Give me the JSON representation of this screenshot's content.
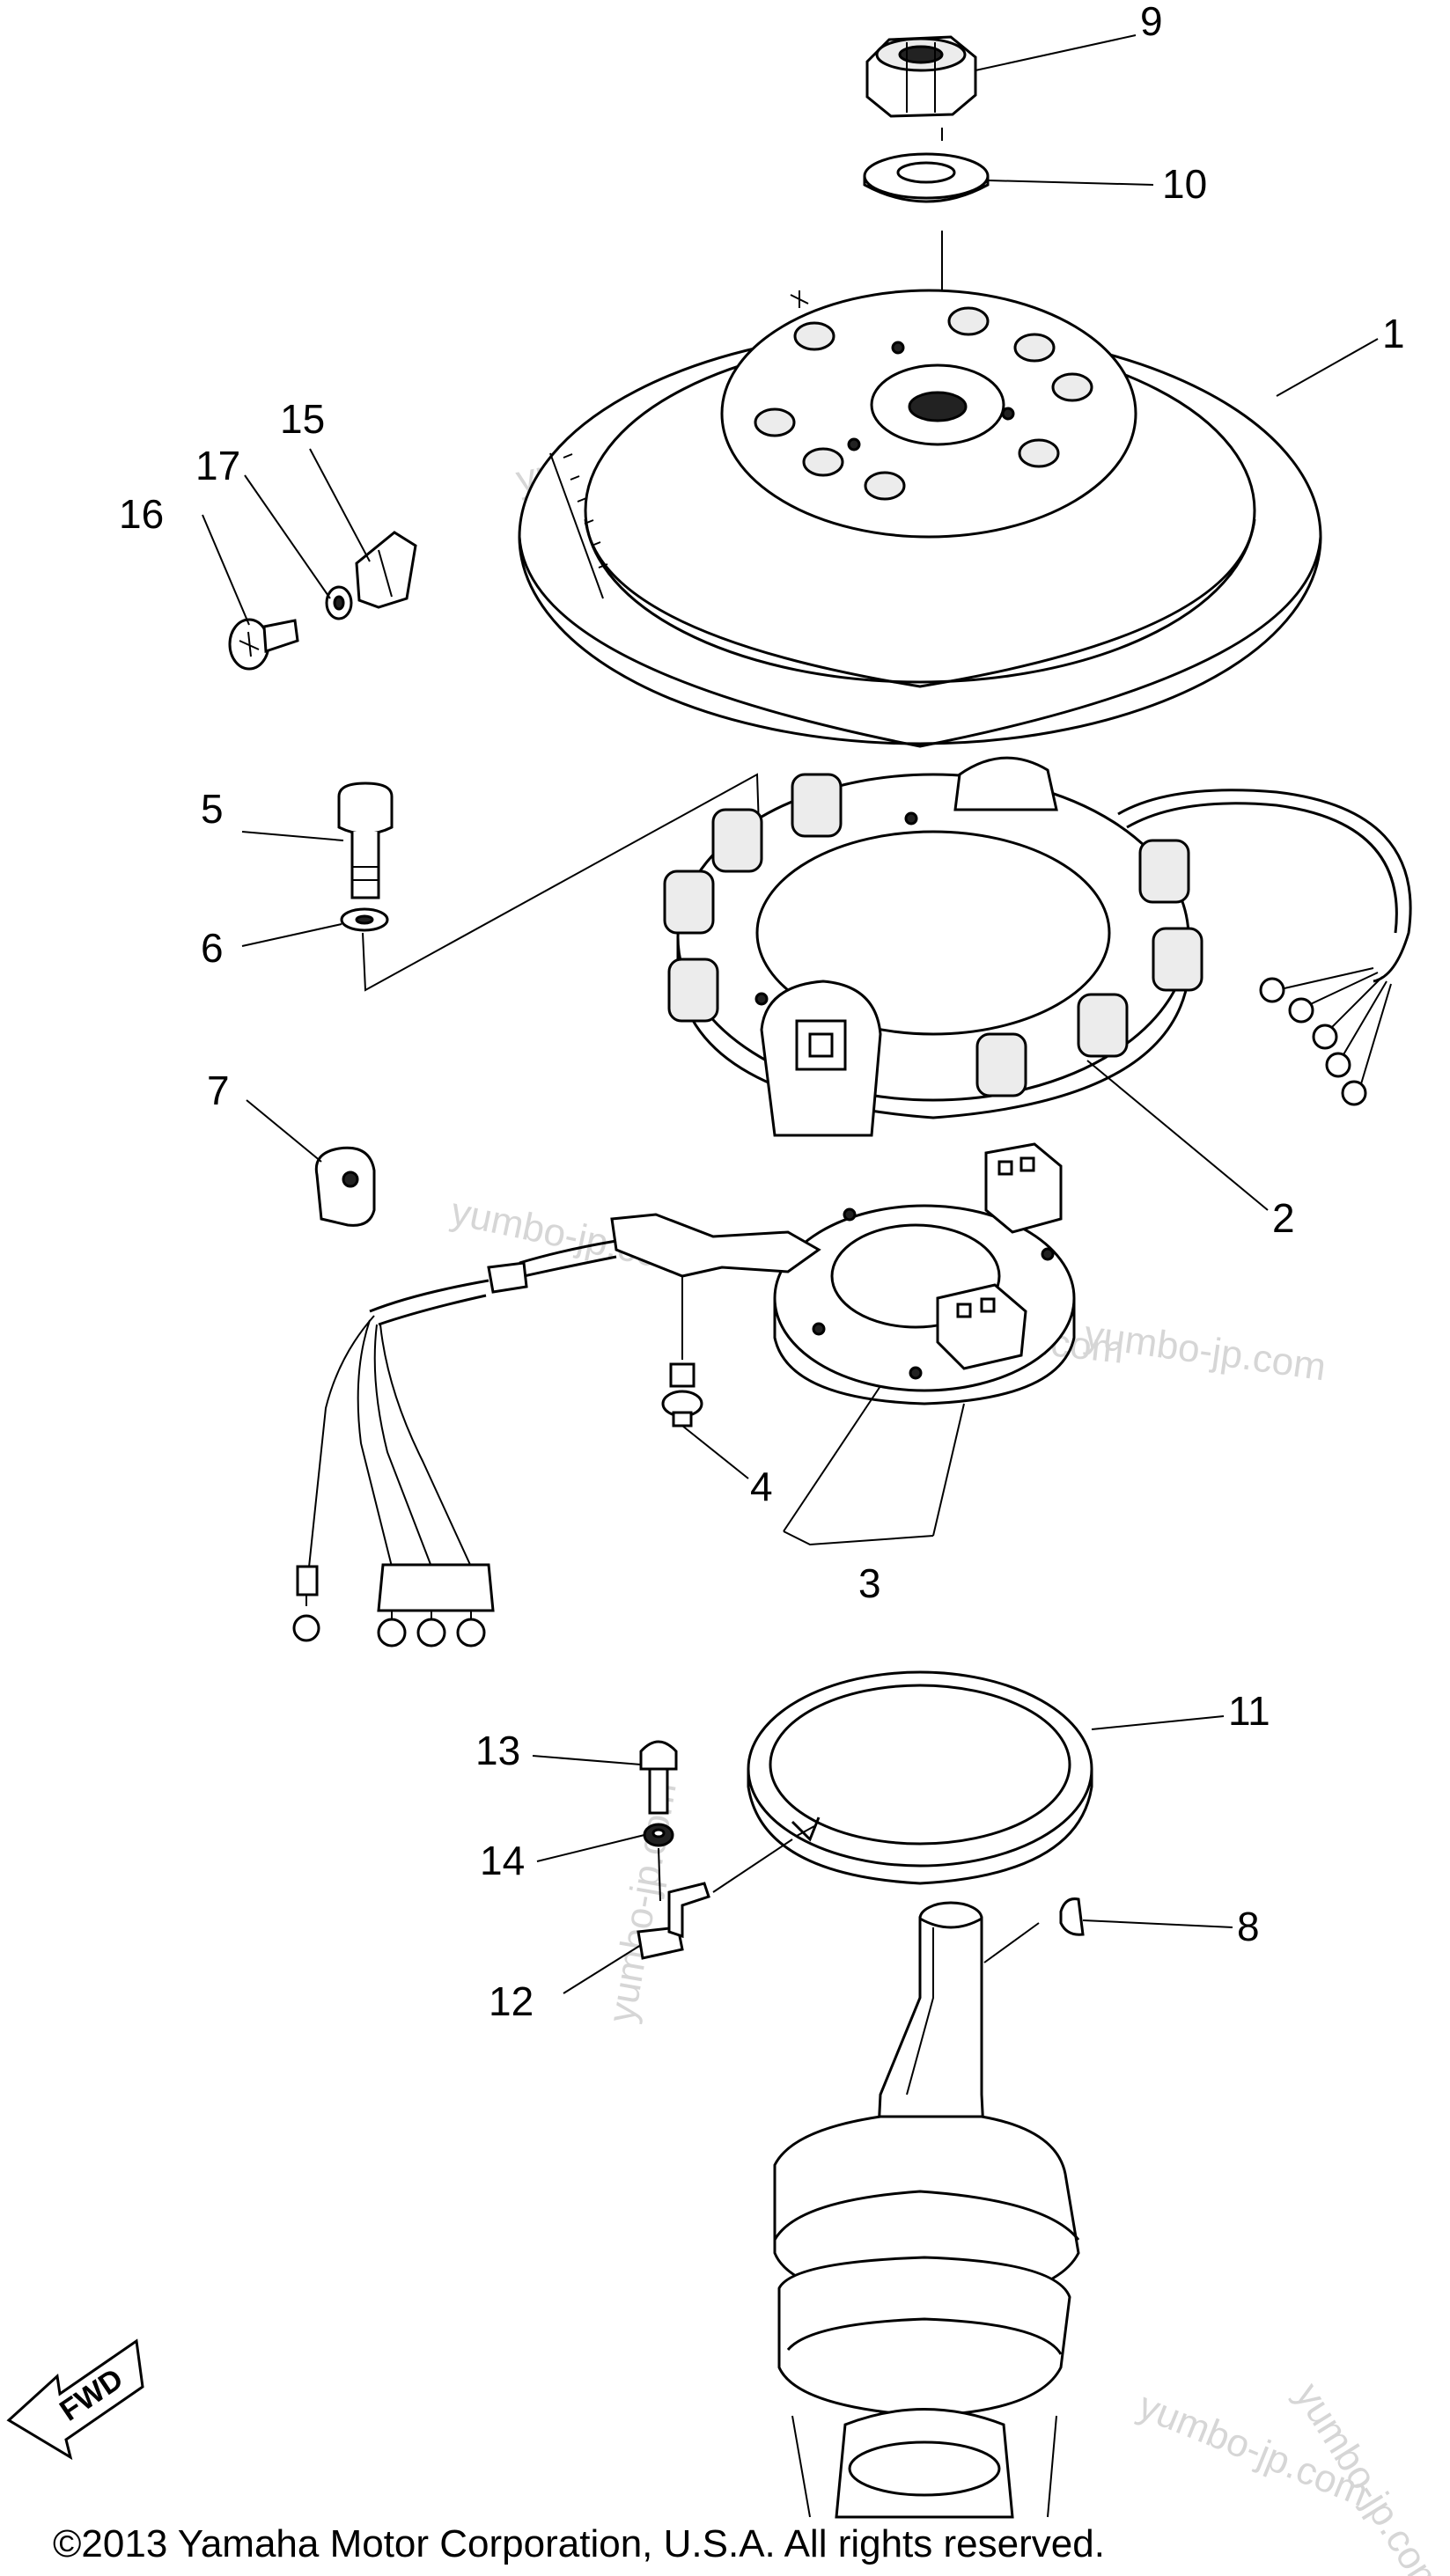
{
  "callouts": [
    {
      "label": "1"
    },
    {
      "label": "2"
    },
    {
      "label": "3"
    },
    {
      "label": "4"
    },
    {
      "label": "5"
    },
    {
      "label": "6"
    },
    {
      "label": "7"
    },
    {
      "label": "8"
    },
    {
      "label": "9"
    },
    {
      "label": "10"
    },
    {
      "label": "11"
    },
    {
      "label": "12"
    },
    {
      "label": "13"
    },
    {
      "label": "14"
    },
    {
      "label": "15"
    },
    {
      "label": "16"
    },
    {
      "label": "17"
    }
  ],
  "direction_badge": "FWD",
  "watermark": "yumbo-jp.com",
  "copyright": "©2013 Yamaha Motor Corporation, U.S.A. All rights reserved."
}
